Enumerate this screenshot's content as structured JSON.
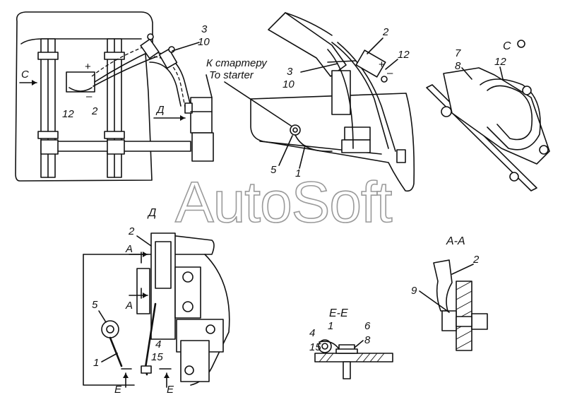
{
  "watermark": "AutoSoft",
  "view_main": {
    "labels": {
      "c": "C",
      "d": "Д",
      "plus": "+",
      "minus": "–",
      "n12": "12",
      "n2": "2",
      "n3": "3",
      "n10": "10",
      "starter_ru": "К стартеру",
      "starter_en": "To starter"
    }
  },
  "view_side": {
    "labels": {
      "n2": "2",
      "n12": "12",
      "plus": "+",
      "minus": "–",
      "n3": "3",
      "n10": "10",
      "n5": "5",
      "n1": "1"
    }
  },
  "view_c": {
    "title": "C",
    "labels": {
      "n7": "7",
      "n8": "8",
      "n12": "12"
    }
  },
  "view_d": {
    "title": "Д",
    "labels": {
      "n2": "2",
      "a_top": "A",
      "a_bottom": "A",
      "n5": "5",
      "n1": "1",
      "n4": "4",
      "n15": "15",
      "e_left": "E",
      "e_right": "E"
    }
  },
  "view_ee": {
    "title": "E-E",
    "labels": {
      "n1": "1",
      "n4": "4",
      "n15": "15",
      "n6": "6",
      "n8": "8"
    }
  },
  "view_aa": {
    "title": "A-A",
    "labels": {
      "n2": "2",
      "n9": "9"
    }
  }
}
